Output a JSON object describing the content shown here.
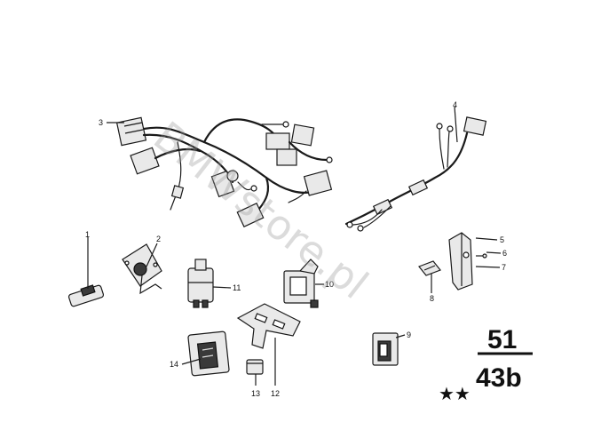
{
  "watermark": "BMWstore.pl",
  "group": {
    "main": "51",
    "sub": "43b",
    "stars": "★★"
  },
  "callouts": {
    "c1": "1",
    "c2": "2",
    "c3": "3",
    "c4": "4",
    "c5": "5",
    "c6": "6",
    "c7": "7",
    "c8": "8",
    "c9": "9",
    "c10": "10",
    "c11": "11",
    "c12": "12",
    "c13": "13",
    "c14": "14"
  }
}
